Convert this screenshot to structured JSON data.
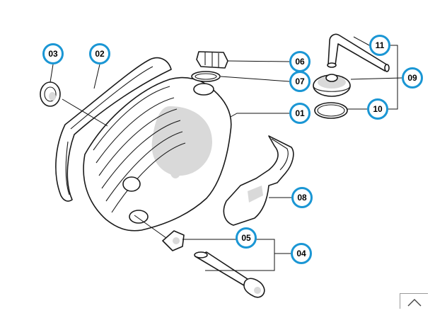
{
  "callouts": [
    {
      "id": "c03",
      "label": "03"
    },
    {
      "id": "c02",
      "label": "02"
    },
    {
      "id": "c06",
      "label": "06"
    },
    {
      "id": "c07",
      "label": "07"
    },
    {
      "id": "c01",
      "label": "01"
    },
    {
      "id": "c11",
      "label": "11"
    },
    {
      "id": "c09",
      "label": "09"
    },
    {
      "id": "c10",
      "label": "10"
    },
    {
      "id": "c08",
      "label": "08"
    },
    {
      "id": "c05",
      "label": "05"
    },
    {
      "id": "c04",
      "label": "04"
    }
  ],
  "colors": {
    "callout_border": "#1a96d4",
    "line": "#1a1a1a",
    "shade": "#d9d9d9"
  },
  "icons": {
    "corner": "chevron-up-icon"
  }
}
